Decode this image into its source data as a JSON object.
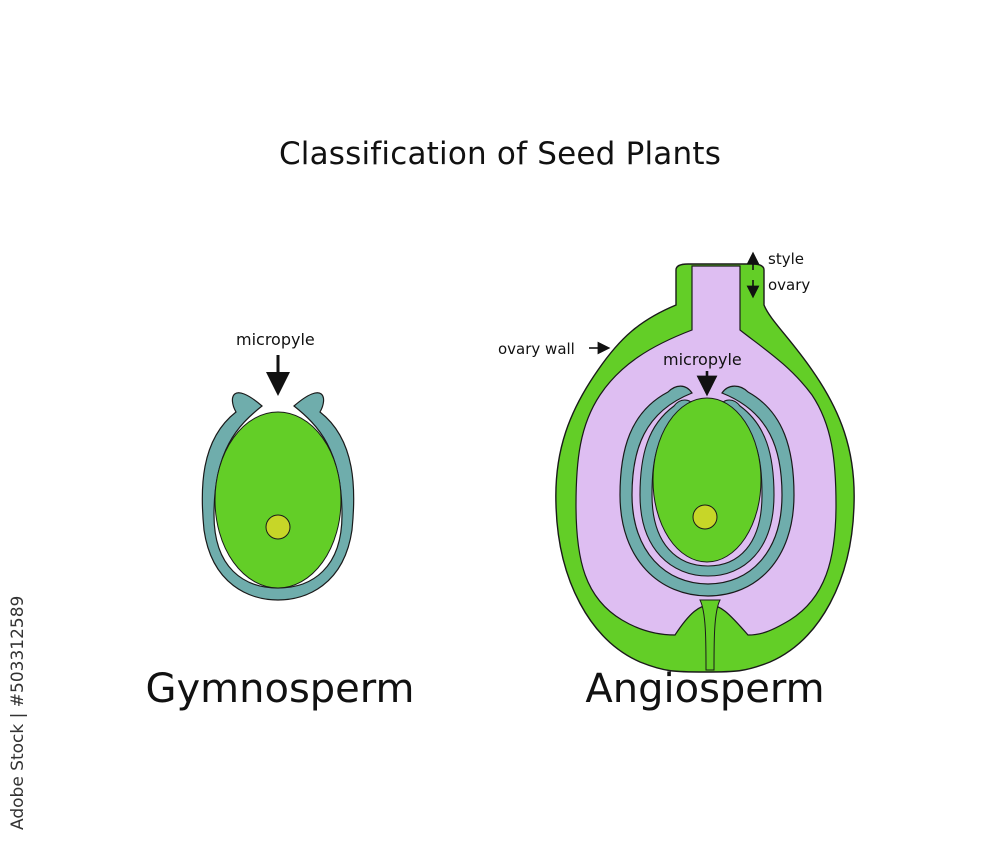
{
  "title": "Classification of Seed Plants",
  "gymnosperm": {
    "name": "Gymnosperm",
    "label_micropyle": "micropyle"
  },
  "angiosperm": {
    "name": "Angiosperm",
    "label_micropyle": "micropyle",
    "label_ovary_wall": "ovary wall",
    "label_style": "style",
    "label_ovary": "ovary"
  },
  "watermark": "Adobe Stock | #503312589",
  "colors": {
    "nucellus_green": "#63CE27",
    "integument_teal": "#6FADAC",
    "ovary_cavity_lavender": "#DEBEF2",
    "egg_yellow": "#C7D628",
    "outline": "#1a1a1a"
  }
}
